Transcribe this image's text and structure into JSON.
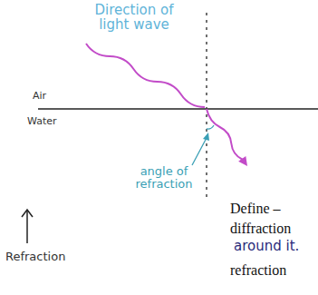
{
  "diagram": {
    "labels": [
      "Direction of light wave",
      "Air",
      "Water",
      "angle of refraction",
      "Refraction",
      "Define –",
      "diffraction",
      "around it.",
      "refraction"
    ]
  }
}
